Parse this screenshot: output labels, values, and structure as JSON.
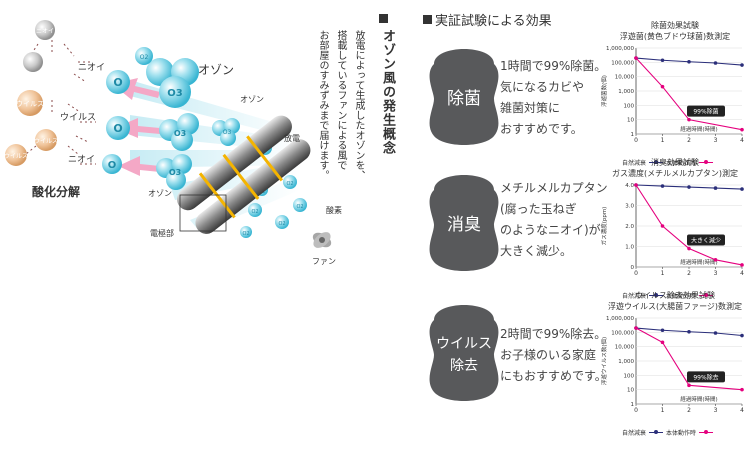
{
  "diagram": {
    "smell_labels": [
      "ニオイ",
      "ニオイ",
      "ニオイ"
    ],
    "virus_labels": [
      "ウイルス",
      "ウイルス",
      "ウイルス"
    ],
    "molecule_labels": [
      "O",
      "O",
      "O"
    ],
    "o3_labels": [
      "O3",
      "O3",
      "O3",
      "O3",
      "O3"
    ],
    "o2_labels": [
      "O2",
      "O2",
      "O2",
      "O2",
      "O2",
      "O2",
      "O2"
    ],
    "ozone_big": "オゾン",
    "ozone_small_1": "オゾン",
    "ozone_small_2": "オゾン",
    "discharge": "放電",
    "oxygen": "酸素",
    "electrode": "電極部",
    "fan": "ファン",
    "oxidation": "酸化分解"
  },
  "concept": {
    "heading": "オゾン風の発生概念",
    "body": [
      "放電によって生成したオゾンを、",
      "搭載しているファンによる風で",
      "お部屋のすみずみまで届けます。"
    ]
  },
  "effects": {
    "heading": "実証試験による効果",
    "items": [
      {
        "badge": [
          "除菌"
        ],
        "desc": [
          "1時間で99%除菌。",
          "気になるカビや",
          "雑菌対策に",
          "おすすめです。"
        ]
      },
      {
        "badge": [
          "消臭"
        ],
        "desc": [
          "メチルメルカプタン",
          "(腐った玉ねぎ",
          "のようなニオイ)が",
          "大きく減少。"
        ]
      },
      {
        "badge": [
          "ウイルス",
          "除去"
        ],
        "desc": [
          "2時間で99%除去。",
          "お子様のいる家庭",
          "にもおすすめです。"
        ]
      }
    ]
  },
  "colors": {
    "natural": "#2b2f7a",
    "device": "#e5007e",
    "mol": "#5fc6dc",
    "badge": "#58595b"
  },
  "chart_data": [
    {
      "type": "line",
      "title": "除菌効果試験",
      "subtitle": "浮遊菌(黄色ブドウ球菌)数測定",
      "ylabel": "浮遊菌数(個)",
      "xlabel": "経過時間(時間)",
      "yscale": "log",
      "ylim": [
        1,
        1000000
      ],
      "yticks": [
        "1,000,000",
        "100,000",
        "10,000",
        "1,000",
        "100",
        "10",
        "1"
      ],
      "xticks": [
        "0",
        "1",
        "2",
        "3",
        "4"
      ],
      "series": [
        {
          "name": "自然減衰",
          "x": [
            0,
            1,
            2,
            3,
            4
          ],
          "values": [
            200000,
            140000,
            110000,
            90000,
            65000
          ]
        },
        {
          "name": "本体動作時",
          "x": [
            0,
            1,
            2,
            4
          ],
          "values": [
            200000,
            2000,
            10,
            2
          ]
        }
      ],
      "callout": "99%除菌",
      "legend_position": "bottom"
    },
    {
      "type": "line",
      "title": "消臭効果試験",
      "subtitle": "ガス濃度(メチルメルカプタン)測定",
      "ylabel": "ガス濃度(ppm)",
      "xlabel": "経過時間(時間)",
      "ylim": [
        0,
        4
      ],
      "yticks": [
        "4.0",
        "3.0",
        "2.0",
        "1.0",
        "0"
      ],
      "xticks": [
        "0",
        "1",
        "2",
        "3",
        "4"
      ],
      "series": [
        {
          "name": "自然減衰",
          "x": [
            0,
            1,
            2,
            3,
            4
          ],
          "values": [
            4.0,
            3.95,
            3.9,
            3.85,
            3.8
          ]
        },
        {
          "name": "本体動作時",
          "x": [
            0,
            1,
            2,
            3,
            4
          ],
          "values": [
            4.0,
            2.0,
            0.9,
            0.35,
            0.1
          ]
        }
      ],
      "callout": "大きく減少",
      "legend_position": "bottom"
    },
    {
      "type": "line",
      "title": "ウイルス除去効果試験",
      "subtitle": "浮遊ウイルス(大腸菌ファージ)数測定",
      "ylabel": "浮遊ウイルス数(個)",
      "xlabel": "経過時間(時間)",
      "yscale": "log",
      "ylim": [
        1,
        1000000
      ],
      "yticks": [
        "1,000,000",
        "100,000",
        "10,000",
        "1,000",
        "100",
        "10",
        "1"
      ],
      "xticks": [
        "0",
        "1",
        "2",
        "3",
        "4"
      ],
      "series": [
        {
          "name": "自然減衰",
          "x": [
            0,
            1,
            2,
            3,
            4
          ],
          "values": [
            200000,
            140000,
            110000,
            90000,
            60000
          ]
        },
        {
          "name": "本体動作時",
          "x": [
            0,
            1,
            2,
            4
          ],
          "values": [
            200000,
            20000,
            20,
            10
          ]
        }
      ],
      "callout": "99%除去",
      "legend_position": "bottom"
    }
  ]
}
